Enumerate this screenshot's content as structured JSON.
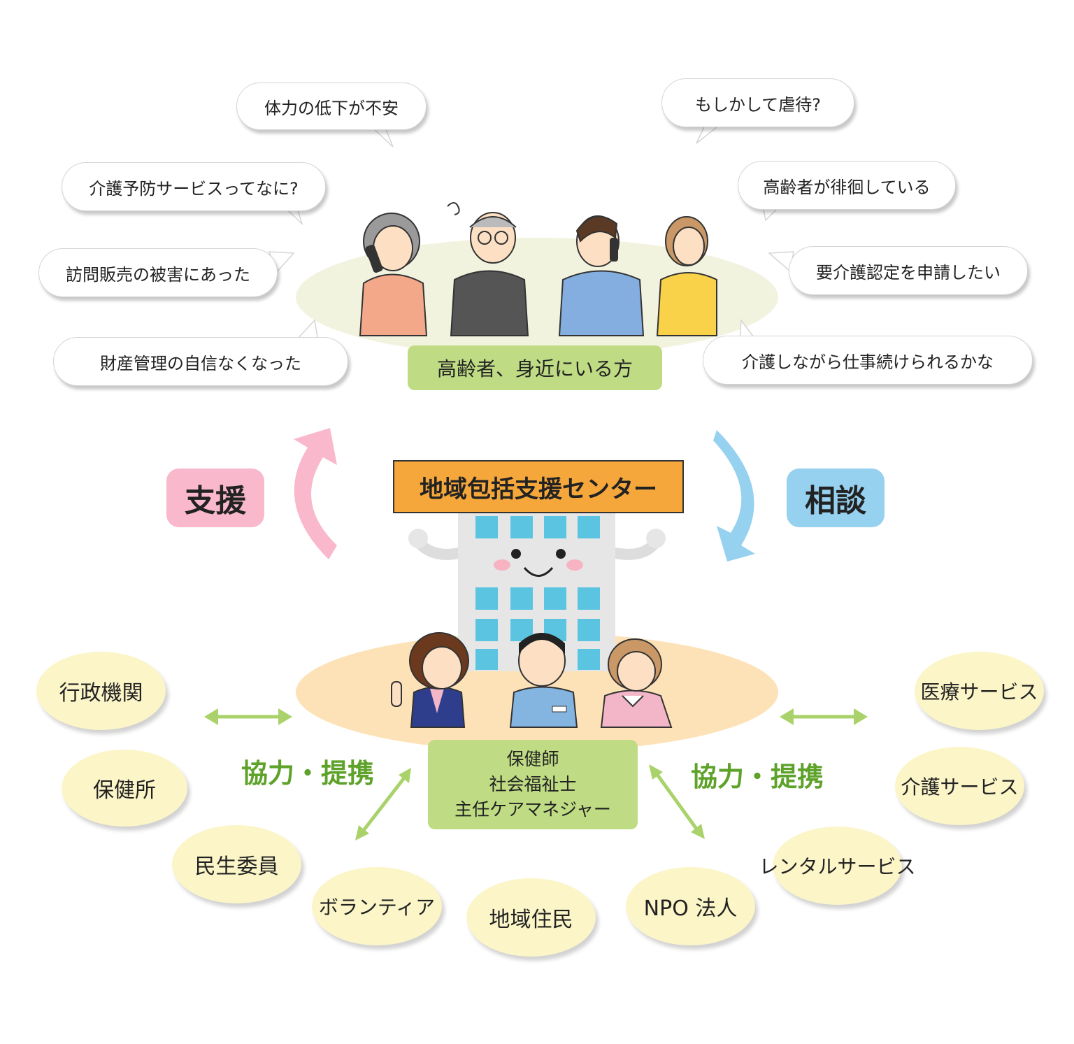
{
  "concerns": {
    "left": [
      {
        "text": "体力の低下が不安"
      },
      {
        "text": "介護予防サービスってなに?"
      },
      {
        "text": "訪問販売の被害にあった"
      },
      {
        "text": "財産管理の自信なくなった"
      }
    ],
    "right": [
      {
        "text": "もしかして虐待?"
      },
      {
        "text": "高齢者が徘徊している"
      },
      {
        "text": "要介護認定を申請したい"
      },
      {
        "text": "介護しながら仕事続けられるかな"
      }
    ]
  },
  "residents_label": "高齢者、身近にいる方",
  "support_label": "支援",
  "consult_label": "相談",
  "center_title": "地域包括支援センター",
  "staff": [
    "保健師",
    "社会福祉士",
    "主任ケアマネジャー"
  ],
  "cooperation_label": "協力・提携",
  "partners": {
    "left": [
      "行政機関",
      "保健所",
      "民生委員",
      "ボランティア"
    ],
    "bottom": [
      "地域住民",
      "NPO 法人"
    ],
    "right": [
      "医療サービス",
      "介護サービス",
      "レンタルサービス"
    ]
  },
  "colors": {
    "support": "#f9b8cc",
    "consult": "#96d1f0",
    "label_green": "#bfdc84",
    "center_orange": "#f5a73b",
    "partner_oval": "#fbf5c8",
    "coop_text": "#5ea22a",
    "arrow_green": "#a9d36a"
  }
}
